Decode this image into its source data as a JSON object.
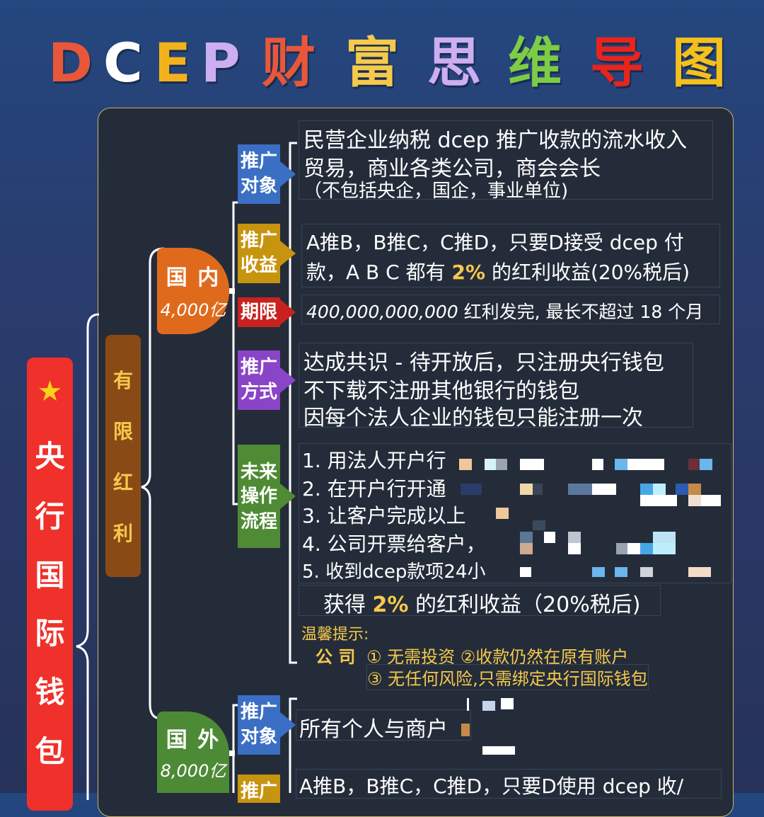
{
  "title": {
    "chars": [
      {
        "text": "D",
        "color": "#e8573a"
      },
      {
        "text": "C",
        "color": "#ffffff"
      },
      {
        "text": "E",
        "color": "#f2b21c"
      },
      {
        "text": "P",
        "color": "#cdaef0"
      },
      {
        "text": "财",
        "color": "#e8573a"
      },
      {
        "text": "富",
        "color": "#f5c94b"
      },
      {
        "text": "思",
        "color": "#cdaef0"
      },
      {
        "text": "维",
        "color": "#7dcc45"
      },
      {
        "text": "导",
        "color": "#e8241c"
      },
      {
        "text": "图",
        "color": "#f5c01c"
      }
    ]
  },
  "root": {
    "star": "★",
    "chars": [
      "央",
      "行",
      "国",
      "际",
      "钱",
      "包"
    ]
  },
  "limited": {
    "chars": [
      "有",
      "限",
      "红",
      "利"
    ]
  },
  "domestic": {
    "label": "国 内",
    "amount": "4,000亿"
  },
  "overseas": {
    "label": "国 外",
    "amount": "8,000亿"
  },
  "sections": {
    "target": {
      "label1": "推广",
      "label2": "对象",
      "lines": [
        "民营企业纳税 dcep 推广收款的流水收入",
        "贸易，商业各类公司，商会会长",
        "（不包括央企，国企，事业单位)"
      ]
    },
    "income": {
      "label1": "推广",
      "label2": "收益",
      "line1": "A推B，B推C，C推D，只要D接受 dcep 付",
      "line2a": "款，A B C 都有 ",
      "line2b": "2%",
      "line2c": " 的红利收益(20%税后)"
    },
    "term": {
      "label": "期限",
      "italic": "400,000,000,000",
      "rest": " 红利发完, 最长不超过 18 个月"
    },
    "method": {
      "label1": "推广",
      "label2": "方式",
      "lines": [
        "达成共识 - 待开放后，只注册央行钱包",
        "不下载不注册其他银行的钱包",
        "因每个法人企业的钱包只能注册一次"
      ]
    },
    "process": {
      "label1": "未来",
      "label2": "操作",
      "label3": "流程",
      "lines": [
        "1. 用法人开户行",
        "2. 在开户行开通",
        "3. 让客户完成以上",
        "4. 公司开票给客户，",
        "5. 收到dcep款项24小"
      ],
      "gain_a": "获得 ",
      "gain_b": "2%",
      "gain_c": " 的红利收益（20%税后)"
    },
    "tip": {
      "heading": "温馨提示:",
      "company": "公 司",
      "item1": "① 无需投资   ②收款仍然在原有账户",
      "item2": "③ 无任何风险,只需绑定央行国际钱包"
    },
    "overseas_target": {
      "label1": "推广",
      "label2": "对象",
      "text": "所有个人与商户"
    },
    "overseas_income": {
      "label1": "推广",
      "text": "A推B，B推C，C推D，只要D使用 dcep 收/"
    }
  },
  "colors": {
    "accent_yellow": "#f5c94b",
    "blue_tag": "#3a6fc4",
    "gold_tag": "#c7940f",
    "red_tag": "#c8211e",
    "purple_tag": "#8a44c8",
    "green_tag": "#4f8a34",
    "orange_node": "#e06a1c",
    "green_node": "#4d8a35",
    "brown_bar": "#8a4a16",
    "root_red": "#f0302a"
  }
}
